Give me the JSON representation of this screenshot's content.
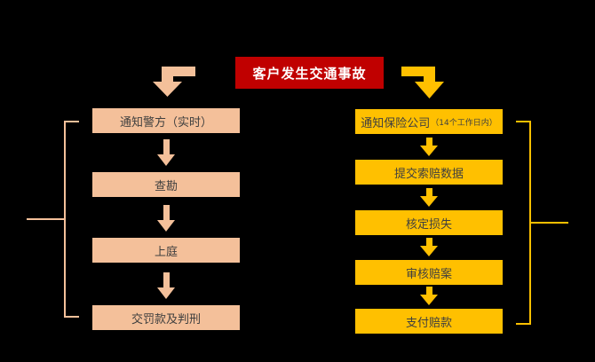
{
  "colors": {
    "background": "#000000",
    "accent_red": "#C00000",
    "left_fill": "#F4C09A",
    "right_fill": "#FFC000",
    "box_text": "#3F3F3F",
    "title_text": "#FFFFFF"
  },
  "flowchart": {
    "start": {
      "label": "客户发生交通事故"
    },
    "left_branch": {
      "steps": [
        {
          "label": "通知警方（实时）"
        },
        {
          "label": "查勘"
        },
        {
          "label": "上庭"
        },
        {
          "label": "交罚款及判刑"
        }
      ]
    },
    "right_branch": {
      "steps": [
        {
          "label": "通知保险公司",
          "note": "（14个工作日内）"
        },
        {
          "label": "提交索赔数据"
        },
        {
          "label": "核定损失"
        },
        {
          "label": "审核赔案"
        },
        {
          "label": "支付赔款"
        }
      ]
    }
  }
}
